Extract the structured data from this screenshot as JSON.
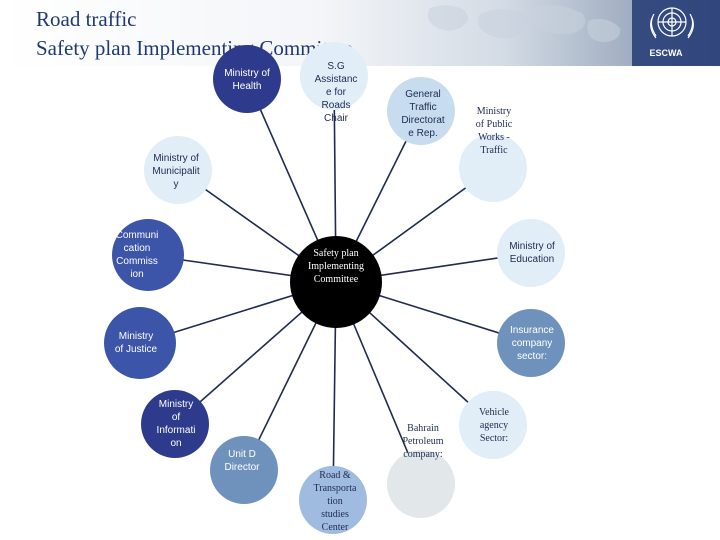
{
  "header": {
    "title_line1": "Road traffic",
    "title_line2": "Safety plan Implementing Committee",
    "logo_text": "ESCWA"
  },
  "center": {
    "lines": [
      "Safety plan",
      "Implementing",
      "Committee"
    ]
  },
  "nodes": [
    {
      "id": "health",
      "lines": [
        "Ministry of",
        "Health"
      ],
      "font": "sans",
      "color": "#ffffff"
    },
    {
      "id": "sg-assistant",
      "lines": [
        "S.G",
        "Assistanc",
        "e for",
        "Roads",
        "Chair"
      ],
      "font": "sans",
      "color": "#1f2b50"
    },
    {
      "id": "general-traffic",
      "lines": [
        "General",
        "Traffic",
        "Directorat",
        "e Rep."
      ],
      "font": "sans",
      "color": "#1f2b50"
    },
    {
      "id": "public-works",
      "lines": [
        "Ministry",
        "of Public",
        "Works -",
        "Traffic"
      ],
      "font": "serif",
      "color": "#1f2b50"
    },
    {
      "id": "municipality",
      "lines": [
        "Ministry of",
        "Municipalit",
        "y"
      ],
      "font": "sans",
      "color": "#1f2b50"
    },
    {
      "id": "communication",
      "lines": [
        "Communi",
        "cation",
        "Commiss",
        "ion"
      ],
      "font": "sans",
      "color": "#ffffff"
    },
    {
      "id": "education",
      "lines": [
        "Ministry of",
        "Education"
      ],
      "font": "sans",
      "color": "#1f2b50"
    },
    {
      "id": "justice",
      "lines": [
        "Ministry",
        "of Justice"
      ],
      "font": "sans",
      "color": "#ffffff"
    },
    {
      "id": "insurance",
      "lines": [
        "Insurance",
        "company",
        "sector:"
      ],
      "font": "sans",
      "color": "#ffffff"
    },
    {
      "id": "information",
      "lines": [
        "Ministry",
        "of",
        "Informati",
        "on"
      ],
      "font": "sans",
      "color": "#ffffff"
    },
    {
      "id": "unit-d",
      "lines": [
        "Unit D",
        "Director"
      ],
      "font": "sans",
      "color": "#ffffff"
    },
    {
      "id": "road-transport",
      "lines": [
        "Road &",
        "Transporta",
        "tion",
        "studies",
        "Center"
      ],
      "font": "serif",
      "color": "#1f2b50"
    },
    {
      "id": "bahrain-petroleum",
      "lines": [
        "Bahrain",
        "Petroleum",
        "company:"
      ],
      "font": "serif",
      "color": "#1f2b50"
    },
    {
      "id": "vehicle-agency",
      "lines": [
        "Vehicle",
        "agency",
        "Sector:"
      ],
      "font": "serif",
      "color": "#1f2b50"
    }
  ],
  "colors": {
    "title": "#1f3a73",
    "center_fill": "#000000",
    "center_text": "#ffffff",
    "connector": "#1f2b50",
    "dark_blue": "#2e3a8c",
    "mid_blue": "#3d55a8",
    "steel_blue": "#6f92bd",
    "light_blue": "#9fbce0",
    "pale_blue": "#c7dcee",
    "very_pale_blue": "#e1eef7",
    "pale_gray": "#e2e7ea"
  }
}
